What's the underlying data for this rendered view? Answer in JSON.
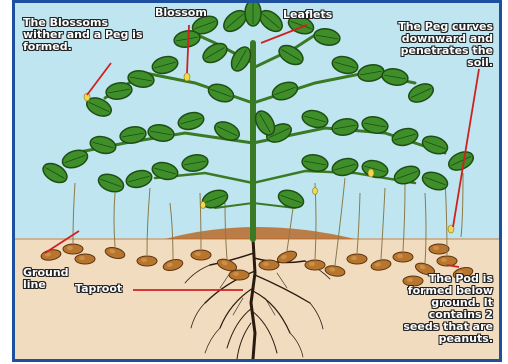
{
  "labels": {
    "blossoms_wither": "The Blossoms wither and a Peg is formed.",
    "blossom": "Blossom",
    "leaflets": "Leaflets",
    "peg_curves": "The Peg curves downward and penetrates the soil.",
    "ground_line": "Ground line",
    "taproot": "Taproot",
    "pod_formed": "The Pod is formed below ground. It contains 2 seeds that are peanuts."
  },
  "colors": {
    "sky": "#bfe6f0",
    "soil": "#f2dcc0",
    "leaf": "#3e8e2a",
    "leaf_dark": "#1f4d14",
    "stem": "#3a7a24",
    "pod": "#b8752e",
    "root": "#2a1a0e",
    "pointer": "#d02020",
    "border": "#1e50a0"
  }
}
